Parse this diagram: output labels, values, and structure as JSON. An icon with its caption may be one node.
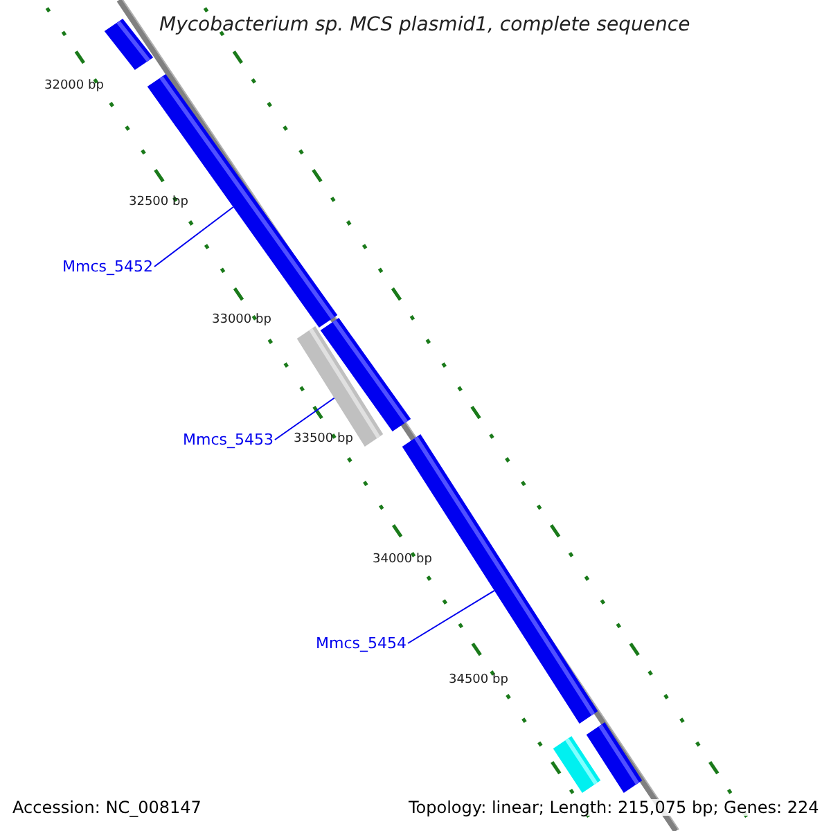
{
  "diagram": {
    "title": "Mycobacterium sp. MCS plasmid1, complete sequence",
    "nodes": [
      {
        "text": [],
        "shape": "bar"
      },
      {
        "text": [
          "Mmcs_5452"
        ]
      },
      {
        "text": [],
        "shape": "bar"
      },
      {
        "text": [],
        "shape": "bar"
      },
      {
        "text": [],
        "shape": "bar"
      },
      {
        "text": [
          "Mmcs_5453"
        ]
      },
      {
        "text": [],
        "shape": "bar"
      },
      {
        "text": [
          "Mmcs_5454"
        ]
      },
      {
        "text": [],
        "shape": "bar"
      },
      {
        "text": [],
        "shape": "bar"
      }
    ],
    "edges": [
      {
        "from": 1,
        "to": 2,
        "arrow": "none"
      },
      {
        "from": 5,
        "to": 4,
        "arrow": "none"
      },
      {
        "from": 7,
        "to": 6,
        "arrow": "none"
      }
    ],
    "labels": [
      "32000 bp",
      "32500 bp",
      "33000 bp",
      "33500 bp",
      "34000 bp",
      "34500 bp",
      "Accession: NC_008147",
      "Topology: linear; Length: 215,075 bp; Genes: 224"
    ]
  }
}
